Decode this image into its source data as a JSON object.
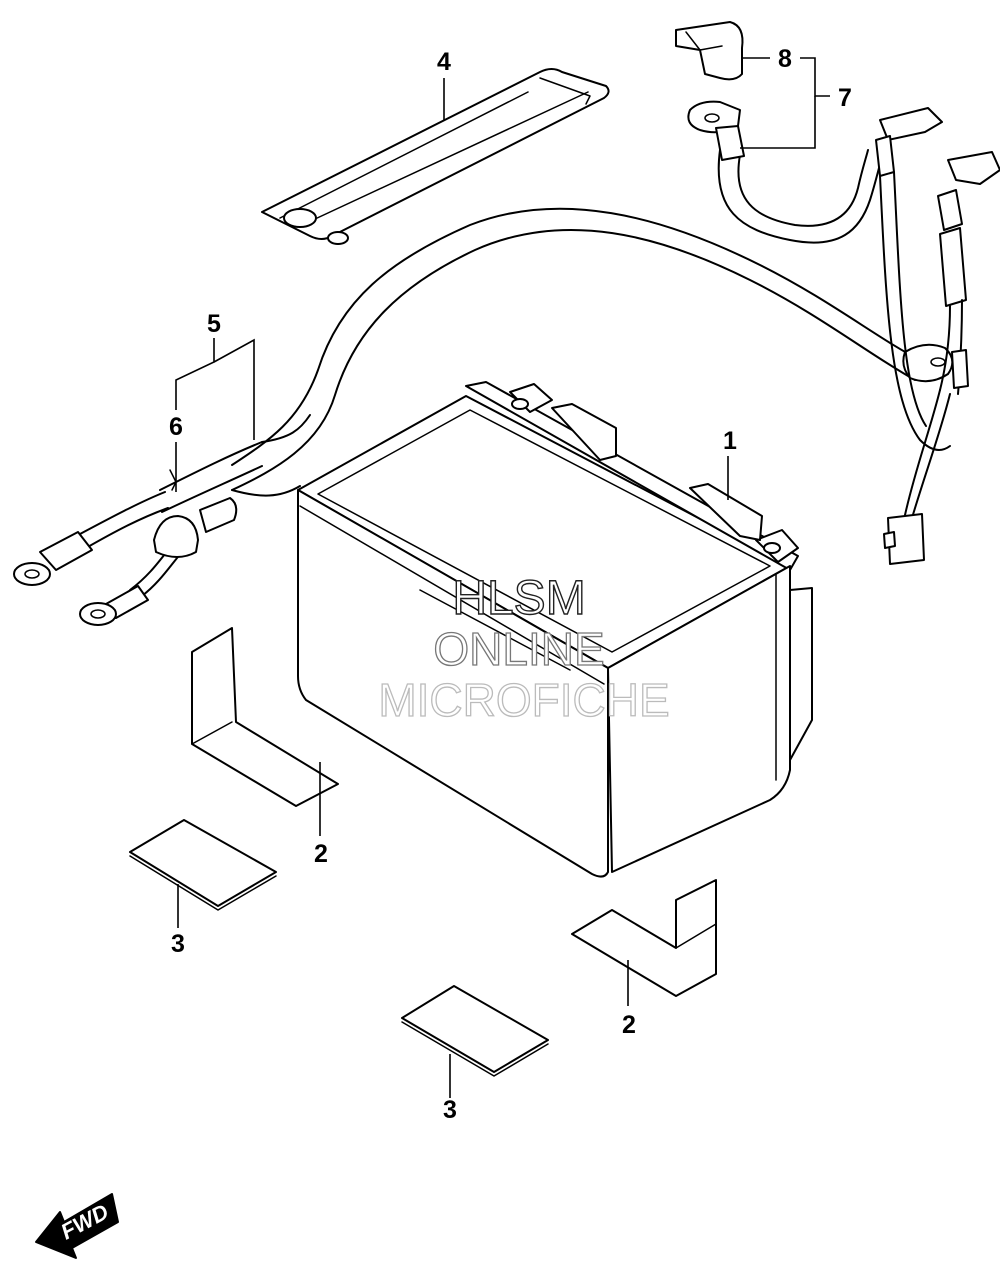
{
  "diagram": {
    "callouts": {
      "c1": "1",
      "c2a": "2",
      "c2b": "2",
      "c3a": "3",
      "c3b": "3",
      "c4": "4",
      "c5": "5",
      "c6": "6",
      "c7": "7",
      "c8": "8"
    },
    "watermark": {
      "line1": "HLSM",
      "line2": "ONLINE",
      "line3": "MICROFICHE"
    },
    "fwd_label": "FWD",
    "colors": {
      "ink": "#000000",
      "paper": "#ffffff"
    }
  }
}
